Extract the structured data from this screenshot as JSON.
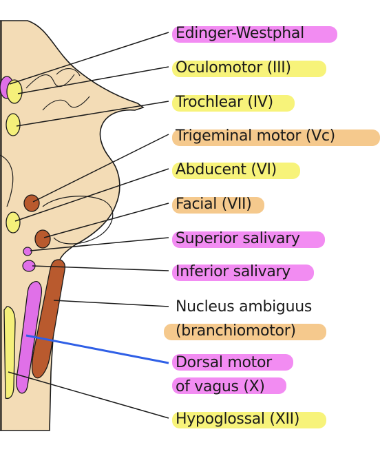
{
  "colors": {
    "background": "#ffffff",
    "brainstem_fill": "#f3dcb6",
    "outline": "#1a1a1a",
    "parasympathetic": "#e070e8",
    "somatic_motor": "#f5f07a",
    "branchiomotor": "#b95a2e",
    "highlight_pink": "#f28cf2",
    "highlight_yellow": "#f7f37a",
    "highlight_orange": "#f5c98d",
    "pointer_line_emphasis": "#2f5fe6"
  },
  "labels": {
    "edinger_westphal": "Edinger-Westphal",
    "oculomotor": "Oculomotor (III)",
    "trochlear": "Trochlear (IV)",
    "trigeminal_motor": "Trigeminal motor (Vc)",
    "abducent": "Abducent (VI)",
    "facial": "Facial (VII)",
    "superior_salivary": "Superior salivary",
    "inferior_salivary": "Inferior salivary",
    "nucleus_ambiguus_line1": "Nucleus ambiguus",
    "nucleus_ambiguus_line2": "(branchiomotor)",
    "dorsal_motor_line1": "Dorsal motor",
    "dorsal_motor_line2": "of vagus (X)",
    "hypoglossal": "Hypoglossal (XII)"
  }
}
